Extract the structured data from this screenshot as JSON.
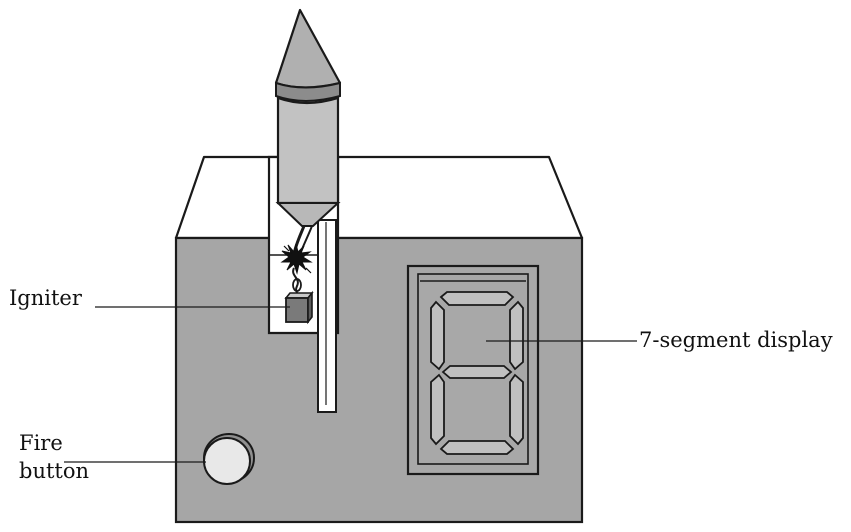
{
  "labels": {
    "igniter": "Igniter",
    "display": "7-segment display",
    "fire_line1": "Fire",
    "fire_line2": "button"
  },
  "colors": {
    "outline": "#1a1a1a",
    "box_front": "#a6a6a6",
    "box_top": "#ffffff",
    "rocket_body": "#c2c2c2",
    "rocket_cap": "#9e9e9e",
    "display_frame": "#a8a8a8",
    "segment_fill": "#c0c0c0",
    "button_face": "#e8e8e8",
    "spark": "#111111",
    "igniter_block": "#7a7a7a"
  }
}
